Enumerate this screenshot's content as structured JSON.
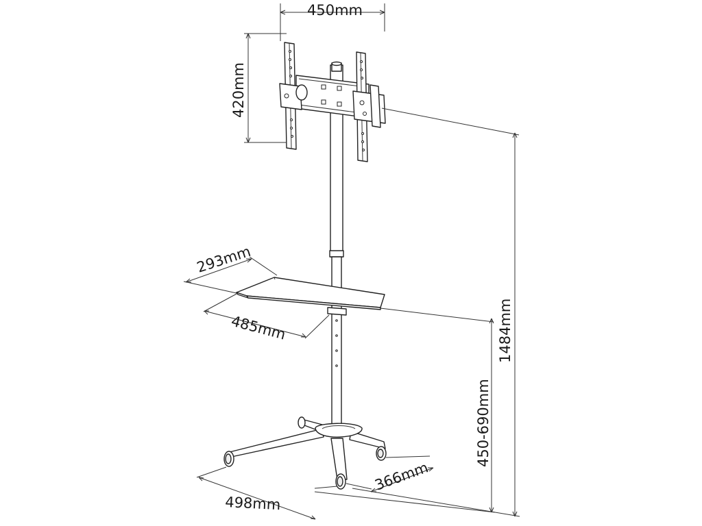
{
  "diagram": {
    "dimensions": {
      "mount_width": "450mm",
      "mount_height": "420mm",
      "shelf_depth": "293mm",
      "shelf_width": "485mm",
      "total_height": "1484mm",
      "shelf_height": "450-690mm",
      "base_width": "498mm",
      "base_depth": "366mm"
    }
  }
}
